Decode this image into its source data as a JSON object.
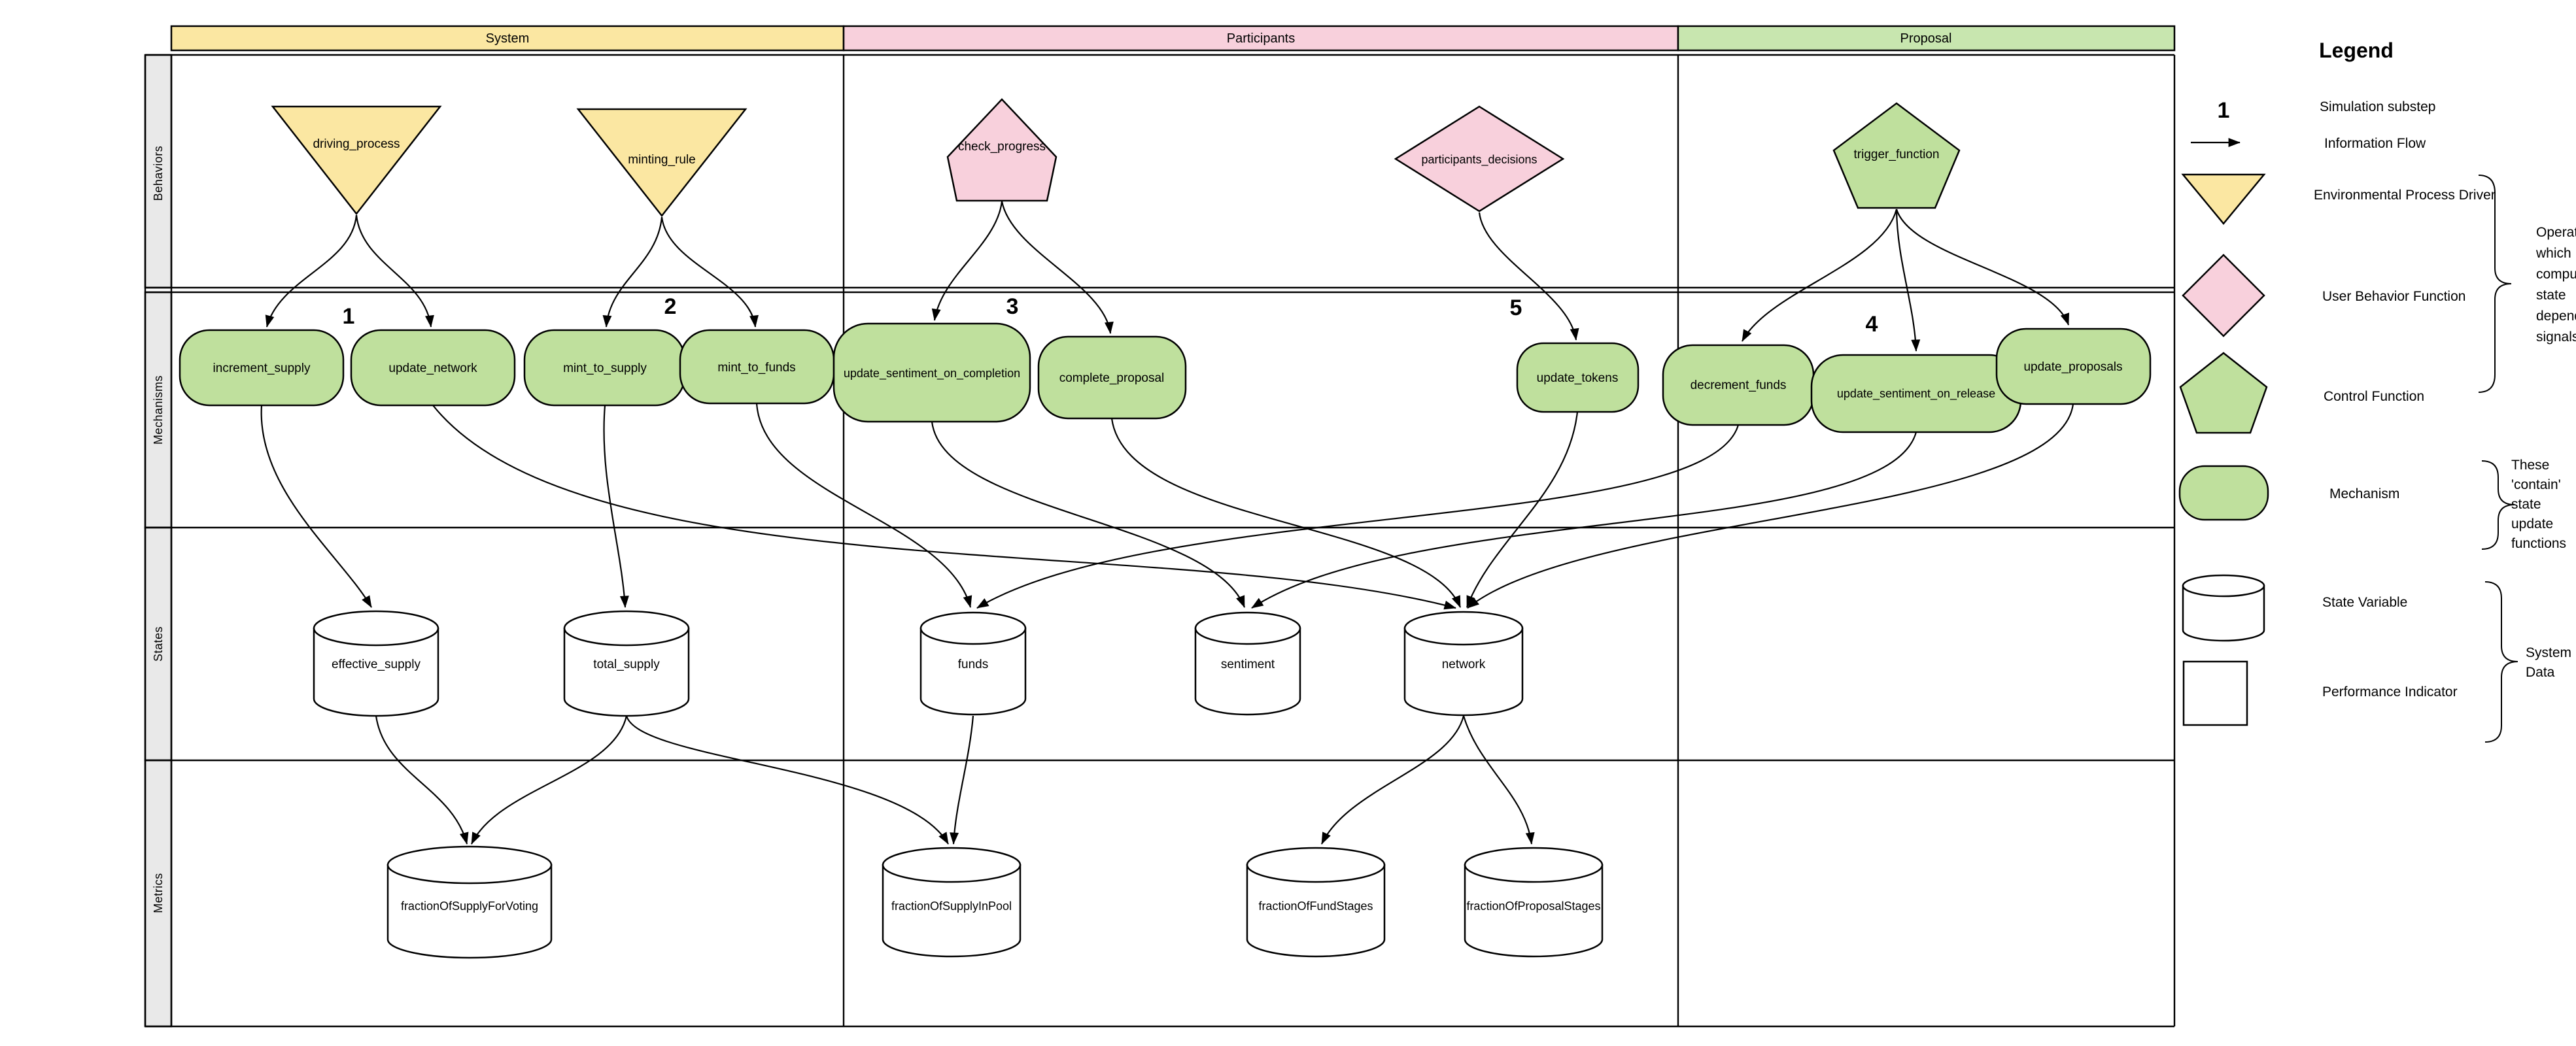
{
  "columns": {
    "system": "System",
    "participants": "Participants",
    "proposal": "Proposal"
  },
  "rows": {
    "behaviors": "Behaviors",
    "mechanisms": "Mechanisms",
    "states": "States",
    "metrics": "Metrics"
  },
  "nodes": {
    "driving_process": "driving_process",
    "minting_rule": "minting_rule",
    "check_progress": "check_progress",
    "participants_decisions": "participants_decisions",
    "trigger_function": "trigger_function",
    "increment_supply": "increment_supply",
    "update_network": "update_network",
    "mint_to_supply": "mint_to_supply",
    "mint_to_funds": "mint_to_funds",
    "update_sentiment_on_completion": "update_sentiment_on_completion",
    "complete_proposal": "complete_proposal",
    "update_tokens": "update_tokens",
    "decrement_funds": "decrement_funds",
    "update_sentiment_on_release": "update_sentiment_on_release",
    "update_proposals": "update_proposals",
    "effective_supply": "effective_supply",
    "total_supply": "total_supply",
    "funds": "funds",
    "sentiment": "sentiment",
    "network": "network",
    "fractionOfSupplyForVoting": "fractionOfSupplyForVoting",
    "fractionOfSupplyInPool": "fractionOfSupplyInPool",
    "fractionOfFundStages": "fractionOfFundStages",
    "fractionOfProposalStages": "fractionOfProposalStages"
  },
  "substeps": {
    "s1": "1",
    "s2": "2",
    "s3": "3",
    "s4": "4",
    "s5": "5"
  },
  "legend": {
    "title": "Legend",
    "substep_symbol": "1",
    "simulation_substep": "Simulation substep",
    "information_flow": "Information Flow",
    "environmental_process_driver": "Environmental Process Driver",
    "user_behavior_function": "User Behavior Function",
    "control_function": "Control Function",
    "mechanism": "Mechanism",
    "state_variable": "State Variable",
    "performance_indicator": "Performance Indicator",
    "operators_note_lines": [
      "Operators",
      "which",
      "compute",
      "state",
      "dependent",
      "signals"
    ],
    "mechanism_note_lines": [
      "These",
      "'contain'",
      "state",
      "update",
      "functions"
    ],
    "system_data_lines": [
      "System",
      "Data"
    ]
  },
  "colors": {
    "yellow": "#FBE7A2",
    "pink": "#F8D0DC",
    "green_header": "#C8E6AF",
    "green": "#BFE09D",
    "row_label_bg": "#E9E9E9",
    "white": "#FFFFFF"
  }
}
